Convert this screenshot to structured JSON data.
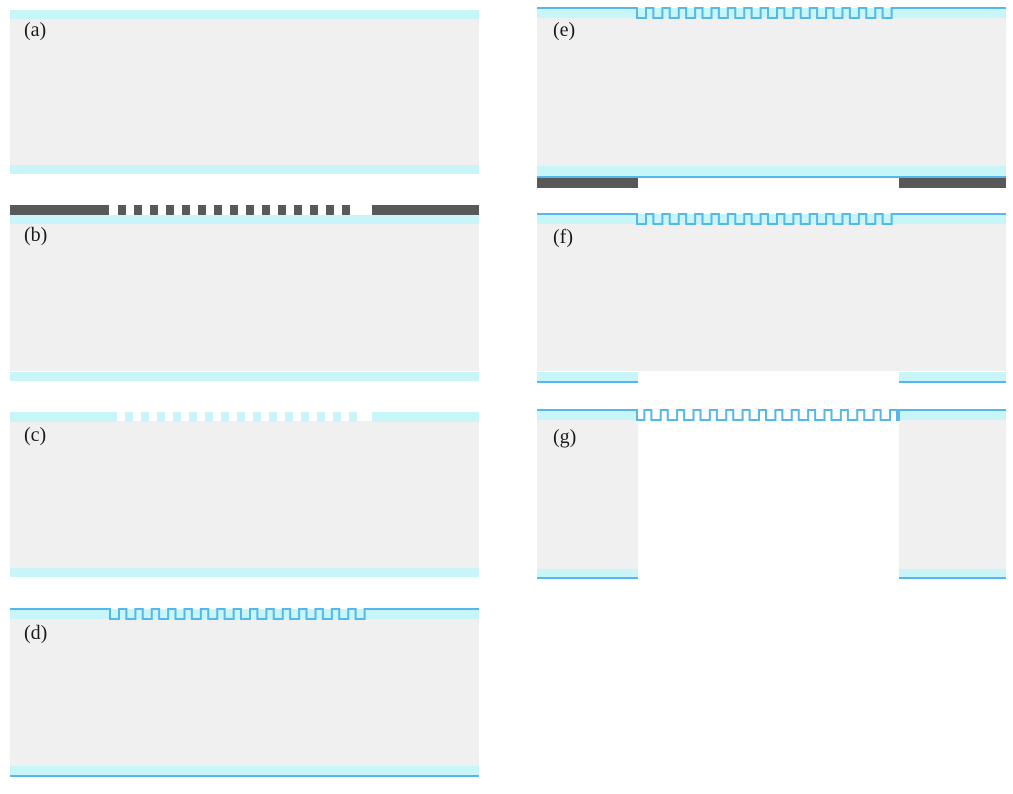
{
  "figure": {
    "panels": [
      {
        "id": "a",
        "label": "(a)"
      },
      {
        "id": "b",
        "label": "(b)"
      },
      {
        "id": "c",
        "label": "(c)"
      },
      {
        "id": "d",
        "label": "(d)"
      },
      {
        "id": "e",
        "label": "(e)"
      },
      {
        "id": "f",
        "label": "(f)"
      },
      {
        "id": "g",
        "label": "(g)"
      }
    ],
    "colors": {
      "substrate": "#f0f0f0",
      "film": "#c8f6f8",
      "film_line": "#55b7ea",
      "mask": "#585858",
      "background": "#ffffff"
    }
  }
}
